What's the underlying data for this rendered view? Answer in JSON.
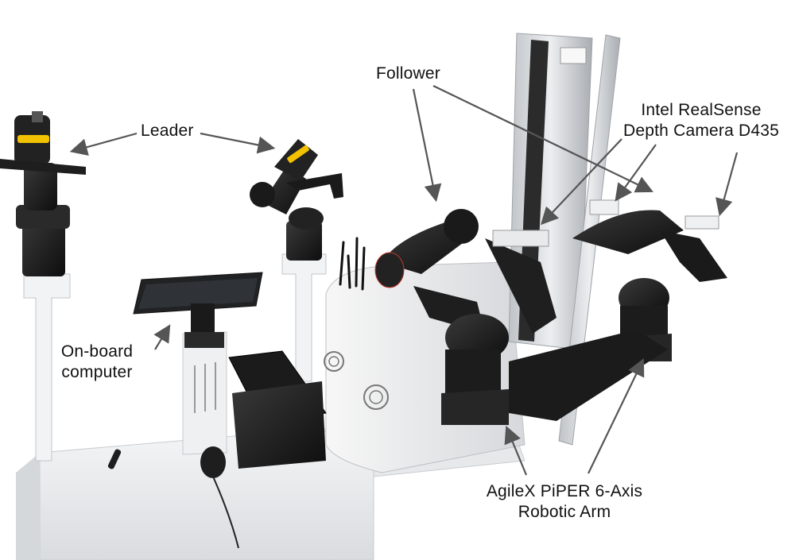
{
  "labels": {
    "leader": "Leader",
    "follower": "Follower",
    "camera_line1": "Intel RealSense",
    "camera_line2": "Depth Camera D435",
    "computer_line1": "On-board",
    "computer_line2": "computer",
    "arm_line1": "AgileX PiPER 6-Axis",
    "arm_line2": "Robotic Arm"
  },
  "colors": {
    "background": "#ffffff",
    "arm_black": "#1b1b1b",
    "rail_silver": "#d7dadd",
    "base_white": "#eef0f1",
    "accent_yellow": "#f2c200",
    "arrow": "#555555",
    "accent_red": "#c0392b"
  }
}
